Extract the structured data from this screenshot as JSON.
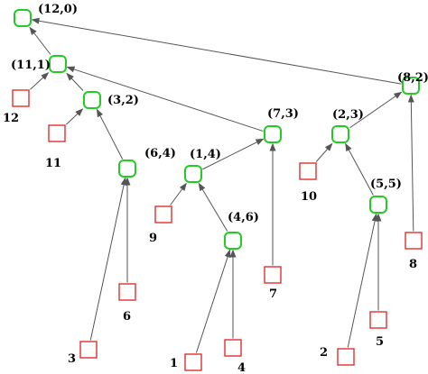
{
  "diagram": {
    "colors": {
      "inner_node": "#22cc22",
      "leaf_node": "#e23030",
      "edge": "#555555"
    },
    "inner_nodes": [
      {
        "id": "n12_0",
        "label": "(12,0)"
      },
      {
        "id": "n11_1",
        "label": "(11,1)"
      },
      {
        "id": "n3_2",
        "label": "(3,2)"
      },
      {
        "id": "n6_4",
        "label": "(6,4)"
      },
      {
        "id": "n7_3",
        "label": "(7,3)"
      },
      {
        "id": "n1_4",
        "label": "(1,4)"
      },
      {
        "id": "n4_6",
        "label": "(4,6)"
      },
      {
        "id": "n8_2",
        "label": "(8,2)"
      },
      {
        "id": "n2_3",
        "label": "(2,3)"
      },
      {
        "id": "n5_5",
        "label": "(5,5)"
      }
    ],
    "leaves": [
      {
        "id": "l12",
        "label": "12"
      },
      {
        "id": "l11",
        "label": "11"
      },
      {
        "id": "l3",
        "label": "3"
      },
      {
        "id": "l6",
        "label": "6"
      },
      {
        "id": "l9",
        "label": "9"
      },
      {
        "id": "l1",
        "label": "1"
      },
      {
        "id": "l4",
        "label": "4"
      },
      {
        "id": "l7",
        "label": "7"
      },
      {
        "id": "l10",
        "label": "10"
      },
      {
        "id": "l2",
        "label": "2"
      },
      {
        "id": "l5",
        "label": "5"
      },
      {
        "id": "l8",
        "label": "8"
      }
    ],
    "edges": [
      {
        "from": "n11_1",
        "to": "n12_0"
      },
      {
        "from": "n8_2",
        "to": "n12_0"
      },
      {
        "from": "l12",
        "to": "n11_1"
      },
      {
        "from": "n3_2",
        "to": "n11_1"
      },
      {
        "from": "n7_3",
        "to": "n11_1"
      },
      {
        "from": "l11",
        "to": "n3_2"
      },
      {
        "from": "n6_4",
        "to": "n3_2"
      },
      {
        "from": "l3",
        "to": "n6_4"
      },
      {
        "from": "l6",
        "to": "n6_4"
      },
      {
        "from": "n1_4",
        "to": "n7_3"
      },
      {
        "from": "l7",
        "to": "n7_3"
      },
      {
        "from": "l9",
        "to": "n1_4"
      },
      {
        "from": "n4_6",
        "to": "n1_4"
      },
      {
        "from": "l1",
        "to": "n4_6"
      },
      {
        "from": "l4",
        "to": "n4_6"
      },
      {
        "from": "n2_3",
        "to": "n8_2"
      },
      {
        "from": "l8",
        "to": "n8_2"
      },
      {
        "from": "l10",
        "to": "n2_3"
      },
      {
        "from": "n5_5",
        "to": "n2_3"
      },
      {
        "from": "l2",
        "to": "n5_5"
      },
      {
        "from": "l5",
        "to": "n5_5"
      }
    ]
  }
}
